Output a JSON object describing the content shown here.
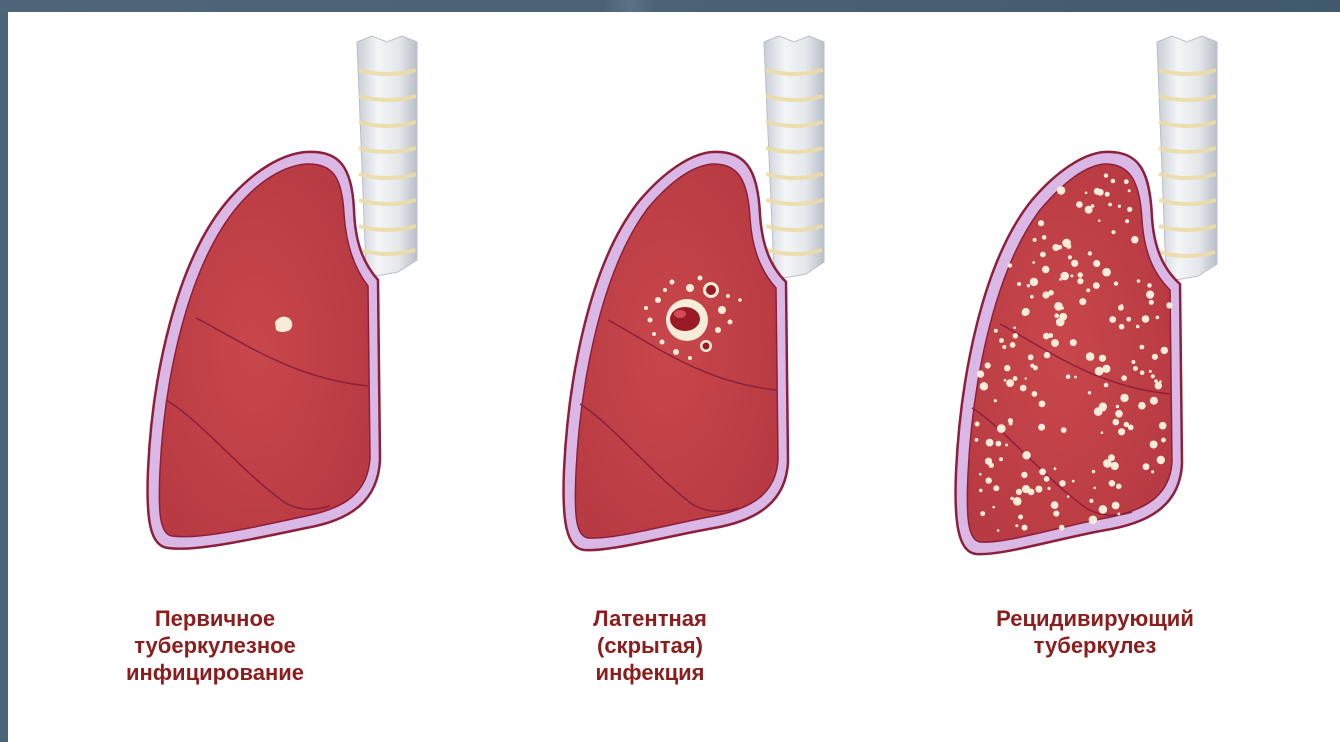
{
  "panels": [
    {
      "caption_lines": [
        "Первичное",
        "туберкулезное",
        "инфицирование"
      ]
    },
    {
      "caption_lines": [
        "Латентная",
        "(скрытая)",
        "инфекция"
      ]
    },
    {
      "caption_lines": [
        "Рецидивирующий",
        "туберкулез"
      ]
    }
  ],
  "colors": {
    "background": "#4a6478",
    "lung": "#c84a4e",
    "pleura": "#d9b8e6",
    "outline": "#8e1f3a",
    "trachea": "#e9ebee",
    "trachea_rings": "#ecdca6",
    "lesion": "#f6ecd8",
    "caption": "#8b1d1d"
  }
}
